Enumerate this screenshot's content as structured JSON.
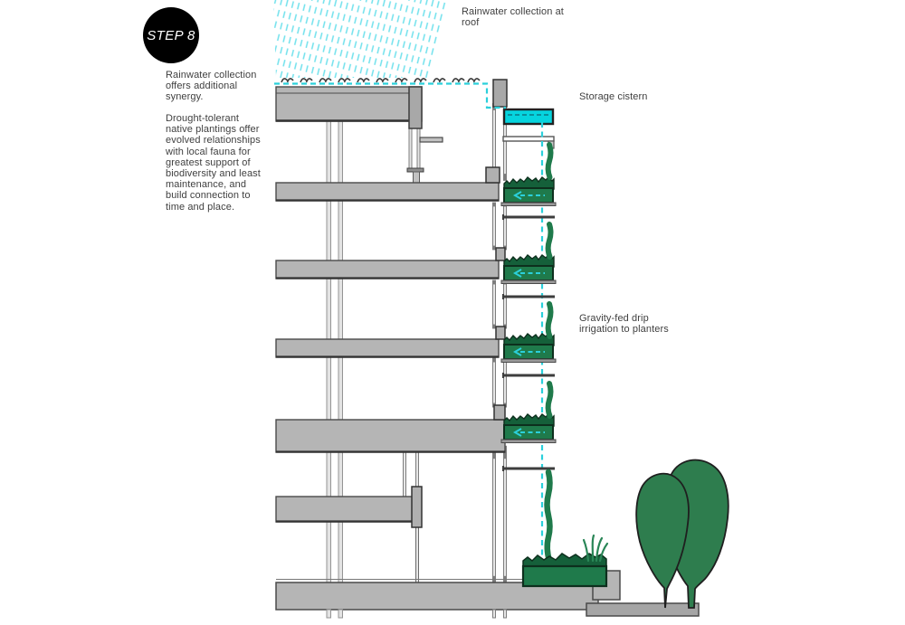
{
  "badge": {
    "label": "STEP 8"
  },
  "notes": {
    "synergy": "Rainwater collection offers additional synergy.",
    "plantings": "Drought-tolerant native plantings offer evolved relationships with local fauna for greatest support of biodiversity and least maintenance, and build connection to time and place."
  },
  "labels": {
    "roof": "Rainwater collection at roof",
    "cistern": "Storage cistern",
    "irrigation": "Gravity-fed drip irrigation to planters"
  },
  "colors": {
    "rain": "#6fe1ec",
    "water_line": "#2bd0db",
    "cistern_fill": "#06d4de",
    "planter_green": "#1f7a4b",
    "planter_dark_green": "#15603a",
    "foliage_green": "#2e7d4e",
    "slab_gray": "#b5b5b5",
    "outline_gray": "#4a4a4a",
    "badge_bg": "#000000",
    "text": "#3f3f3f"
  }
}
